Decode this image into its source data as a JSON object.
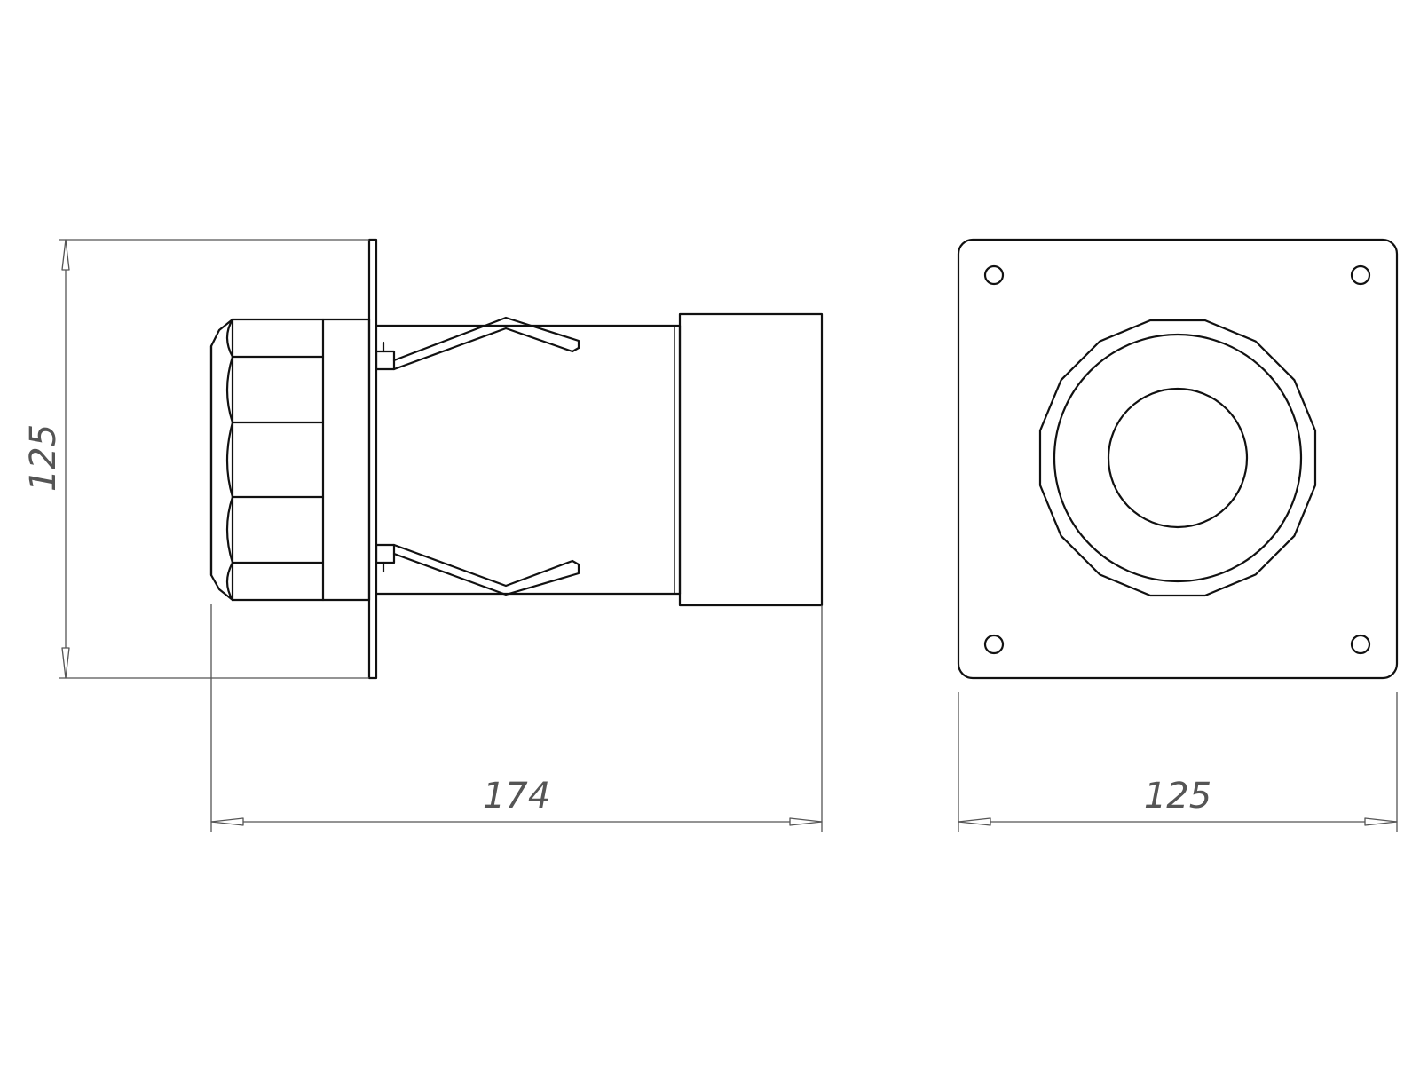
{
  "dimensions": {
    "side_height": "125",
    "side_length": "174",
    "front_width": "125"
  },
  "colors": {
    "line": "#111111",
    "dimension": "#555555",
    "background": "#ffffff"
  }
}
